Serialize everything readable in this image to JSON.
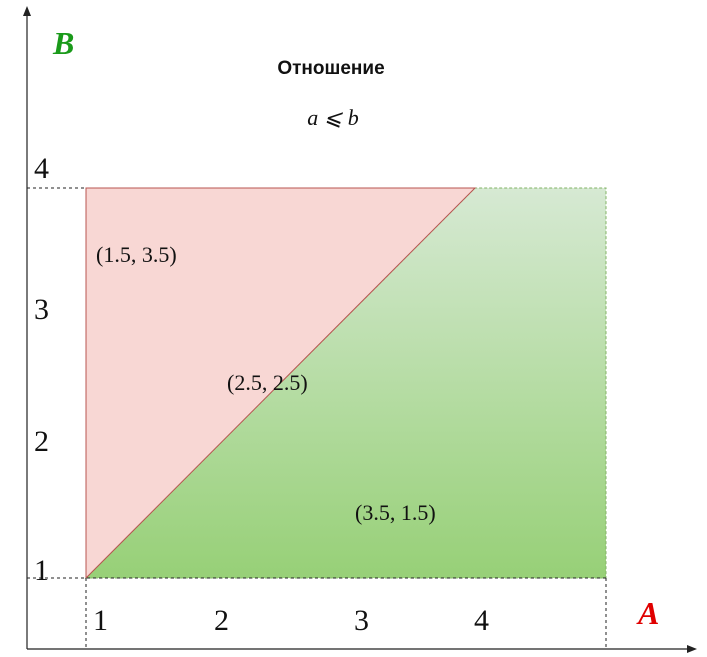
{
  "diagram": {
    "title": "Отношение",
    "formula": "a ⩽ b",
    "axes": {
      "x": {
        "name": "A",
        "color": "#e00000"
      },
      "y": {
        "name": "B",
        "color": "#1a9a1a"
      }
    },
    "x_ticks": [
      "1",
      "2",
      "3",
      "4"
    ],
    "y_ticks": [
      "1",
      "2",
      "3",
      "4"
    ],
    "regions": {
      "upper": {
        "fill": "#f8d7d4",
        "stroke": "#b85450"
      },
      "lower": {
        "fill_top": "#d6e9d3",
        "fill_bottom": "#97d077",
        "stroke": "#82b366"
      }
    },
    "points": [
      "(1.5, 3.5)",
      "(2.5, 2.5)",
      "(3.5, 1.5)"
    ]
  }
}
